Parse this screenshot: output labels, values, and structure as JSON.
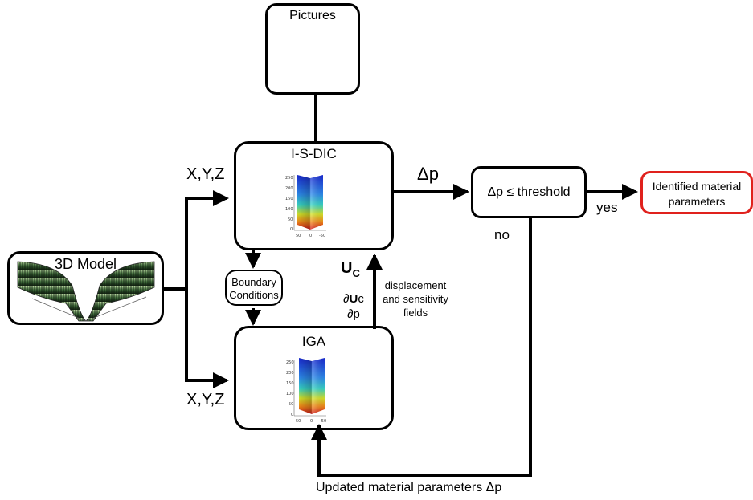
{
  "nodes": {
    "pictures": "Pictures",
    "isdic": "I-S-DIC",
    "iga": "IGA",
    "model": "3D Model",
    "boundary_line1": "Boundary",
    "boundary_line2": "Conditions",
    "threshold": "Δp ≤ threshold",
    "result_line1": "Identified material",
    "result_line2": "parameters"
  },
  "edges": {
    "xyz_top": "X,Y,Z",
    "xyz_bottom": "X,Y,Z",
    "delta_p": "Δp",
    "yes": "yes",
    "no": "no",
    "uc_main": "U",
    "uc_sub": "C",
    "frac_partial_top": "∂",
    "frac_u": "U",
    "frac_c": "c",
    "frac_bottom": "∂p",
    "fields_line1": "displacement",
    "fields_line2": "and sensitivity",
    "fields_line3": "fields",
    "update": "Updated material parameters Δp"
  },
  "plots": {
    "y_ticks": [
      "250",
      "200",
      "150",
      "100",
      "50",
      "0"
    ],
    "x_ticks": [
      "50",
      "0",
      "-50"
    ]
  },
  "colors": {
    "result_border": "#e0211d",
    "stroke": "#000000"
  }
}
